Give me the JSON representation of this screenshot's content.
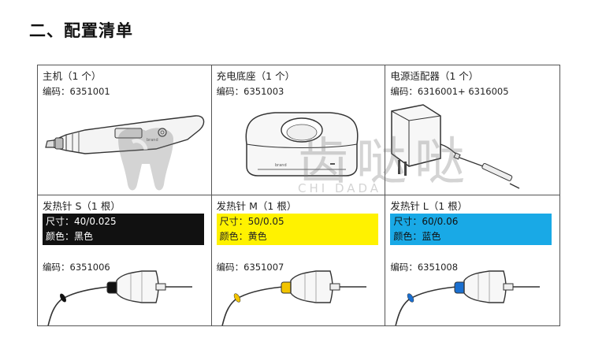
{
  "heading": "二、配置清单",
  "items": [
    {
      "name": "主机（1 个）",
      "code": "编码：6351001"
    },
    {
      "name": "充电底座（1 个）",
      "code": "编码：6351003"
    },
    {
      "name": "电源适配器（1 个）",
      "code": "编码：6316001+ 6316005"
    },
    {
      "name": "发热针 S（1 根）",
      "size": "尺寸：40/0.025",
      "color": "颜色：黑色",
      "code": "编码：6351006",
      "band_color": "#111111",
      "ring_color": "#111111"
    },
    {
      "name": "发热针 M（1 根）",
      "size": "尺寸：50/0.05",
      "color": "颜色：黄色",
      "code": "编码：6351007",
      "band_color": "#fff200",
      "ring_color": "#f2c400"
    },
    {
      "name": "发热针 L（1 根）",
      "size": "尺寸：60/0.06",
      "color": "颜色：蓝色",
      "code": "编码：6351008",
      "band_color": "#19a9e6",
      "ring_color": "#1a6fd0"
    }
  ],
  "watermark": {
    "big": "齿哒哒",
    "small": "CHI DADA"
  },
  "icons": [
    "handpiece-illustration",
    "charging-base-illustration",
    "power-adapter-illustration",
    "heating-tip-illustration"
  ]
}
